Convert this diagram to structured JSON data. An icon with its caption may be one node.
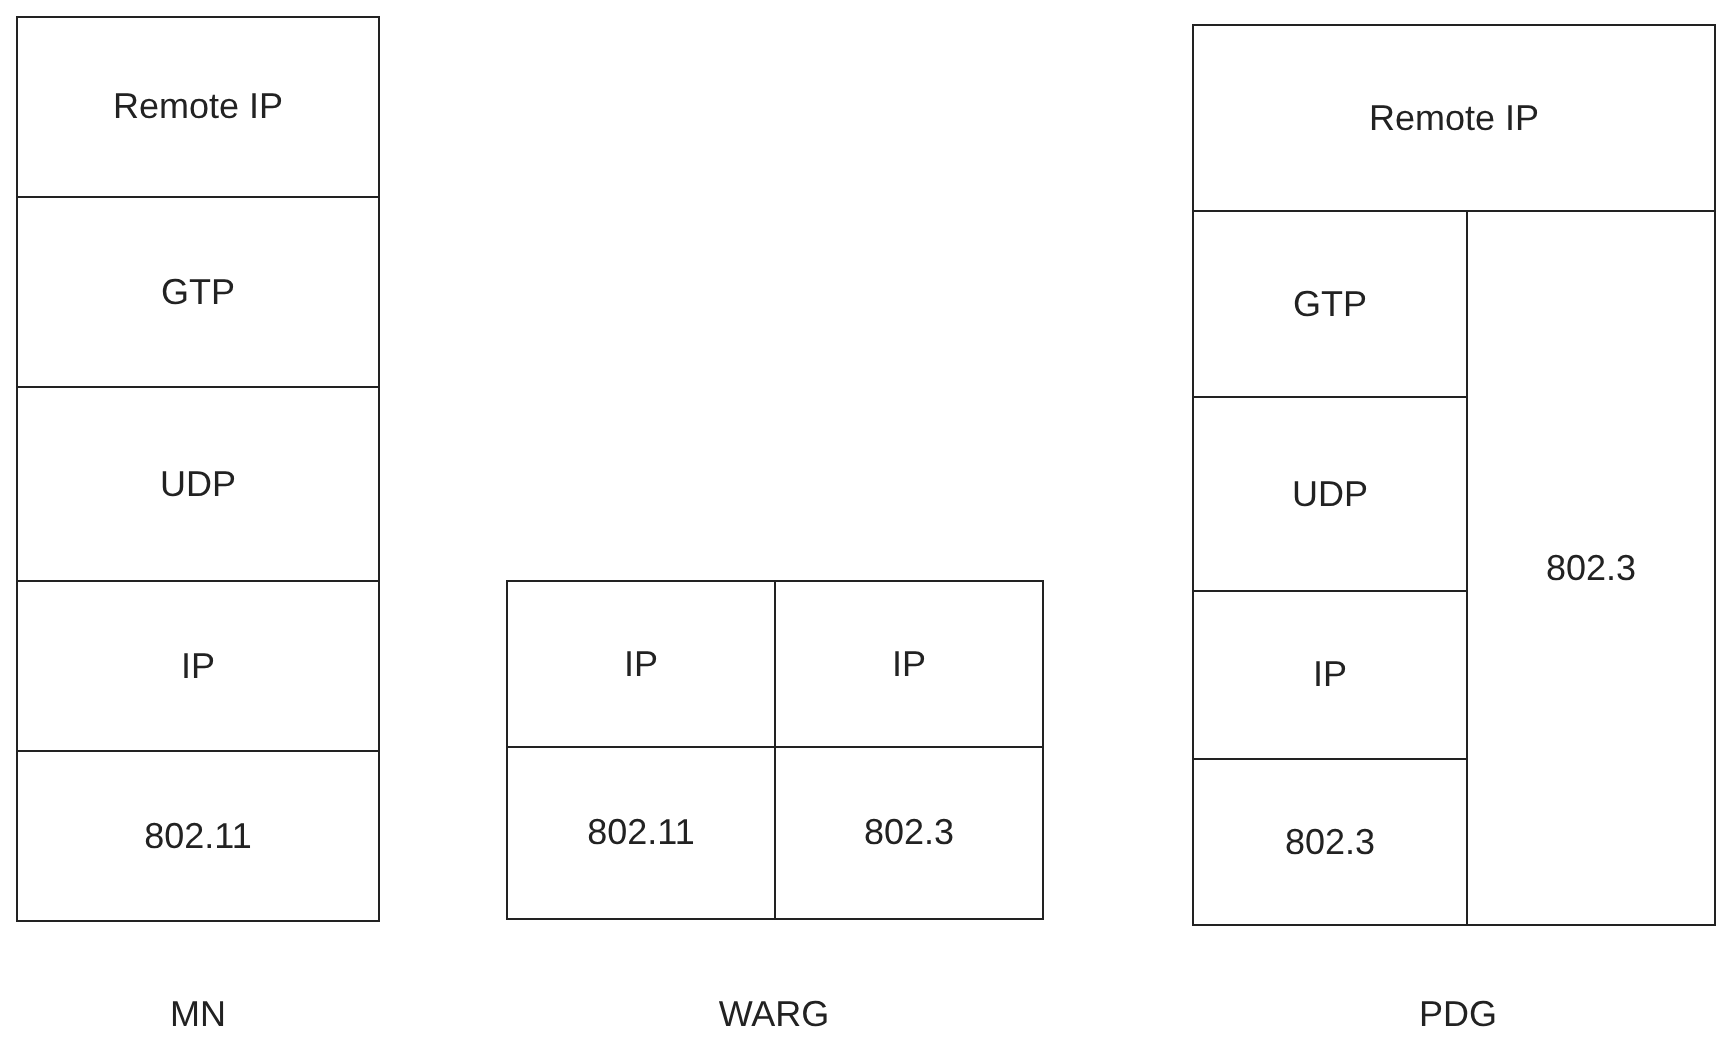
{
  "diagram": {
    "nodes": [
      {
        "text": [
          "Remote IP"
        ]
      },
      {
        "text": [
          "GTP"
        ]
      },
      {
        "text": [
          "UDP"
        ]
      },
      {
        "text": [
          "IP"
        ]
      },
      {
        "text": [
          "802.11"
        ]
      },
      {
        "text": [
          "IP"
        ]
      },
      {
        "text": [
          "IP"
        ]
      },
      {
        "text": [
          "802.11"
        ]
      },
      {
        "text": [
          "802.3"
        ]
      },
      {
        "text": [
          "Remote IP"
        ]
      },
      {
        "text": [
          "GTP"
        ]
      },
      {
        "text": [
          "802.3"
        ]
      },
      {
        "text": [
          "UDP"
        ]
      },
      {
        "text": [
          "IP"
        ]
      },
      {
        "text": [
          "802.3"
        ]
      }
    ],
    "labels": [
      "MN",
      "WARG",
      "PDG"
    ]
  }
}
